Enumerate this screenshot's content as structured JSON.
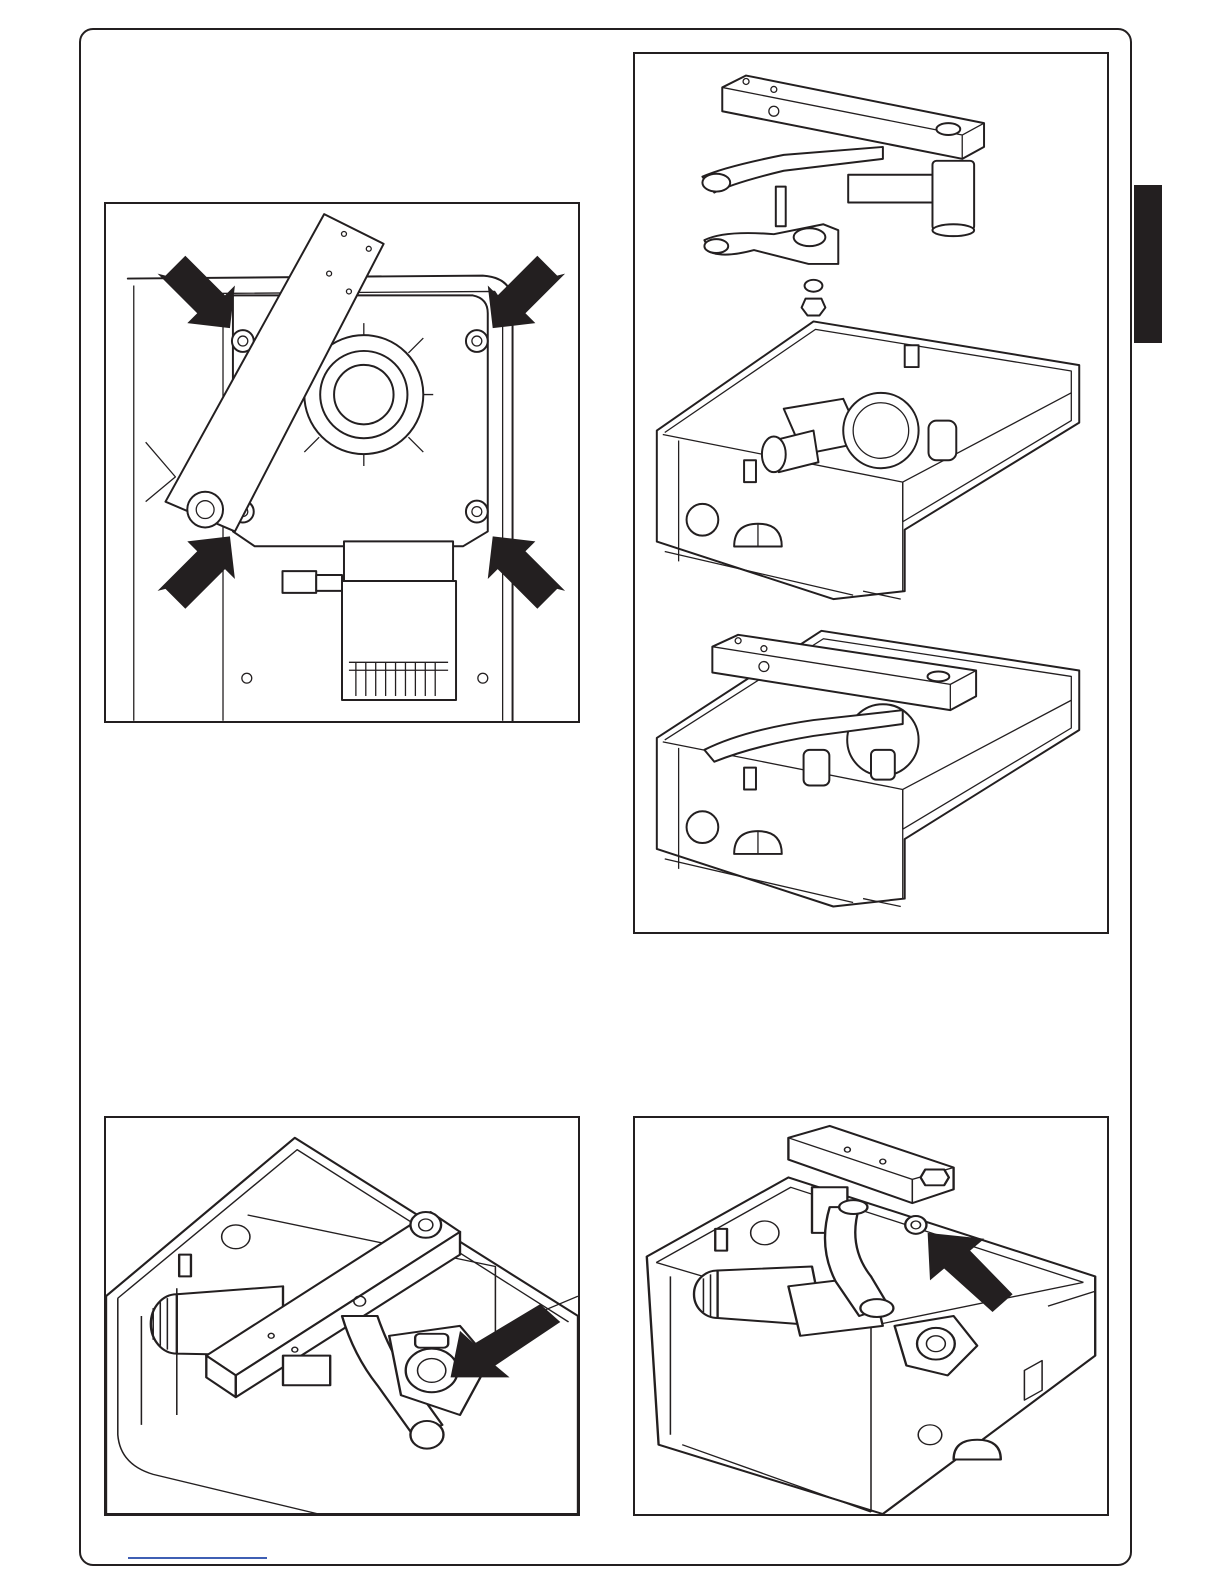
{
  "colors": {
    "ink": "#231f20",
    "paper": "#ffffff",
    "accent_rule": "#3f5fb4"
  },
  "figures": [
    {
      "name": "actuator-top-view",
      "icons": [
        "arrow-icon",
        "arrow-icon",
        "arrow-icon",
        "arrow-icon"
      ]
    },
    {
      "name": "lever-assembly-exploded",
      "icons": []
    },
    {
      "name": "lever-fixing-detail",
      "icons": [
        "arrow-icon"
      ]
    },
    {
      "name": "lever-screw-detail",
      "icons": [
        "arrow-icon"
      ]
    }
  ]
}
